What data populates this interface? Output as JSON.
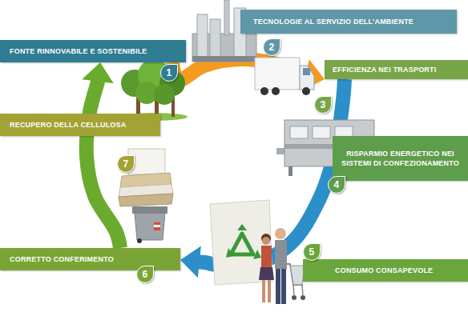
{
  "diagram": {
    "nodes": [
      {
        "text": [
          "FONTE RINNOVABILE E SOSTENIBILE",
          "1"
        ]
      },
      {
        "text": [
          "TECNOLOGIE AL SERVIZIO DELL’AMBIENTE",
          "2"
        ]
      },
      {
        "text": [
          "EFFICIENZA NEI TRASPORTI",
          "3"
        ]
      },
      {
        "text": [
          "RISPARMIO ENERGETICO NEI SISTEMI DI CONFEZIONAMENTO",
          "4"
        ]
      },
      {
        "text": [
          "CONSUMO CONSAPEVOLE",
          "5"
        ]
      },
      {
        "text": [
          "CORRETTO CONFERIMENTO",
          "6"
        ]
      },
      {
        "text": [
          "RECUPERO DELLA CELLULOSA",
          "7"
        ]
      }
    ],
    "edges": [
      {
        "from": 0,
        "to": 2,
        "arrow": "to"
      },
      {
        "from": 2,
        "to": 5,
        "arrow": "to"
      },
      {
        "from": 5,
        "to": 0,
        "arrow": "to"
      }
    ]
  }
}
